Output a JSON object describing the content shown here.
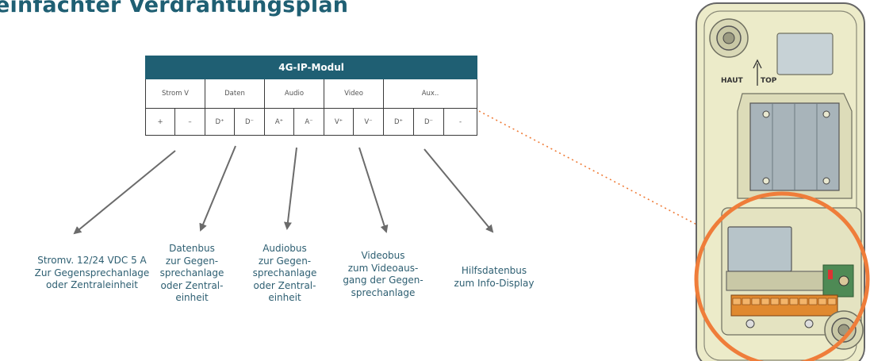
{
  "title": "einfachter Verdrahtungsplan",
  "module": {
    "header": "4G-IP-Modul",
    "groups": [
      {
        "label": "Strom V",
        "pins": [
          "+",
          "–"
        ]
      },
      {
        "label": "Daten",
        "pins": [
          "D⁺",
          "D⁻"
        ]
      },
      {
        "label": "Audio",
        "pins": [
          "A⁺",
          "A⁻"
        ]
      },
      {
        "label": "Video",
        "pins": [
          "V⁺",
          "V⁻"
        ]
      },
      {
        "label": "Aux..",
        "pins": [
          "D⁺",
          "D⁻",
          "-"
        ]
      }
    ]
  },
  "labels": {
    "power": "Stromv. 12/24 VDC 5 A\nZur Gegensprechanlage\noder Zentraleinheit",
    "data": "Datenbus\nzur Gegen-\nsprechanlage\noder Zentral-\neinheit",
    "audio": "Audiobus\nzur Gegen-\nsprechanlage\noder Zentral-\neinheit",
    "video": "Videobus\nzum Videoaus-\ngang der Gegen-\nsprechanlage",
    "aux": "Hilfsdatenbus\nzum Info-Display"
  },
  "device": {
    "marking": "HAUT",
    "marking2": "TOP"
  },
  "colors": {
    "teal": "#1f5f73",
    "label": "#2e5f72",
    "arrow": "#6b6b6b",
    "highlight": "#ef7d3a",
    "housing": "#ecebc9"
  }
}
